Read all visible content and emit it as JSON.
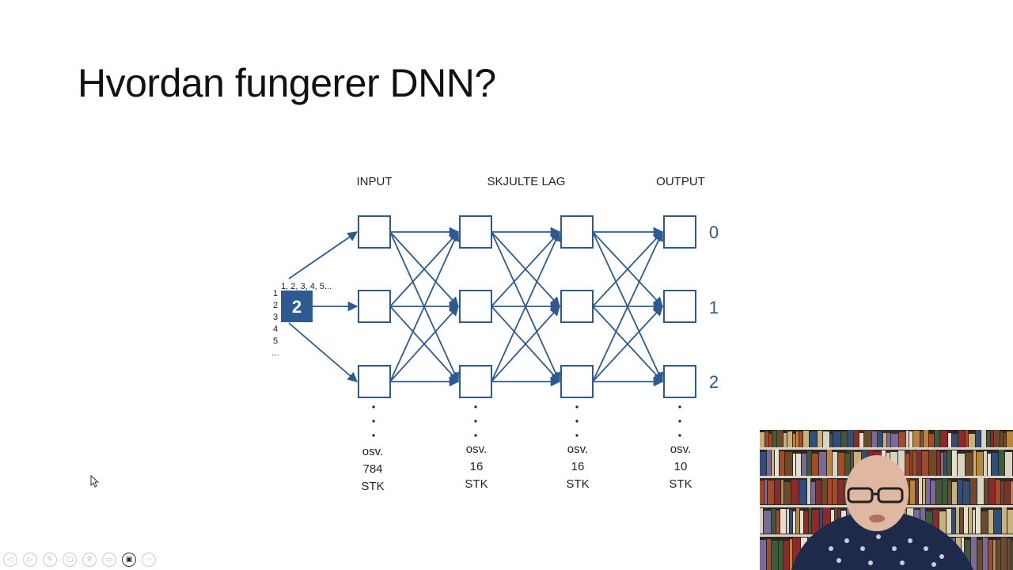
{
  "slide": {
    "title": "Hvordan fungerer DNN?"
  },
  "diagram": {
    "column_labels": {
      "input": "INPUT",
      "hidden": "SKJULTE LAG",
      "output": "OUTPUT"
    },
    "input_pixel": {
      "value": "2",
      "sequence_label": "1, 2, 3, 4, 5...",
      "row_numbers": [
        "1",
        "2",
        "3",
        "4",
        "5",
        "..."
      ]
    },
    "output_labels": [
      "0",
      "1",
      "2"
    ],
    "layer_counts": [
      {
        "prefix": "osv.",
        "count": "784",
        "unit": "STK"
      },
      {
        "prefix": "osv.",
        "count": "16",
        "unit": "STK"
      },
      {
        "prefix": "osv.",
        "count": "16",
        "unit": "STK"
      },
      {
        "prefix": "osv.",
        "count": "10",
        "unit": "STK"
      }
    ],
    "accent_color": "#2e5a94"
  },
  "toolbar": {
    "buttons": [
      {
        "name": "previous-slide-button",
        "glyph": "◁"
      },
      {
        "name": "next-slide-button",
        "glyph": "▷"
      },
      {
        "name": "pen-tool-button",
        "glyph": "✎"
      },
      {
        "name": "slides-overview-button",
        "glyph": "▢"
      },
      {
        "name": "zoom-button",
        "glyph": "⚲"
      },
      {
        "name": "subtitles-button",
        "glyph": "▭"
      },
      {
        "name": "camera-button",
        "glyph": "▣"
      },
      {
        "name": "more-options-button",
        "glyph": "⋯"
      }
    ]
  }
}
